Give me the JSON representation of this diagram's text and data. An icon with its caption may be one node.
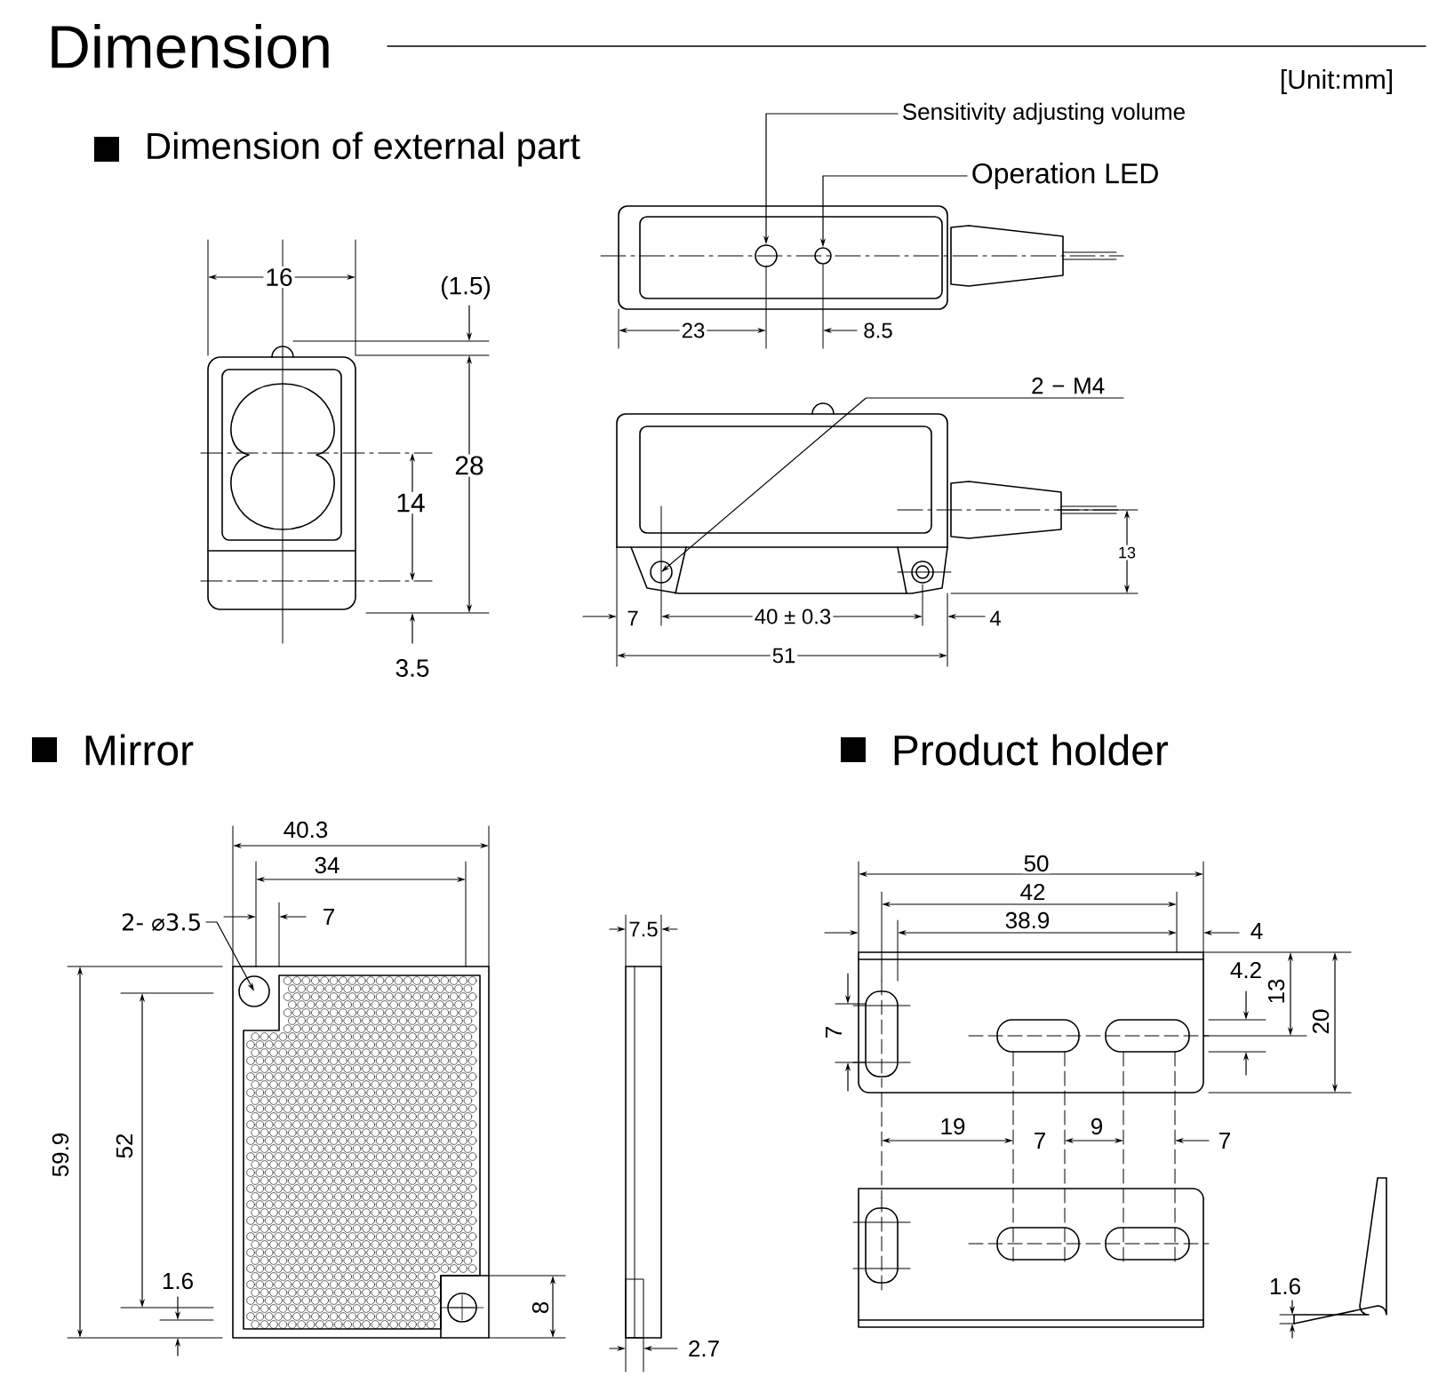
{
  "diagram": {
    "title": "Dimension",
    "nodes": [
      {
        "text": [
          "Sensitivity adjusting volume"
        ]
      },
      {
        "text": [],
        "shape": "circle"
      },
      {
        "text": [
          "Operation LED"
        ]
      },
      {
        "text": [],
        "shape": "circle"
      },
      {
        "text": [
          "2 − M4"
        ]
      },
      {
        "text": [],
        "shape": "circle"
      },
      {
        "text": [
          "2- ⌀3.5"
        ]
      },
      {
        "text": [],
        "shape": "circle"
      }
    ],
    "edges": [
      {
        "from": 0,
        "to": 1,
        "arrow": "to"
      },
      {
        "from": 2,
        "to": 3,
        "arrow": "to"
      },
      {
        "from": 4,
        "to": 5,
        "arrow": "to"
      },
      {
        "from": 6,
        "to": 7,
        "arrow": "to"
      }
    ],
    "labels": [
      "[Unit:mm]",
      "Dimension of external part",
      "16",
      "(1.5)",
      "28",
      "14",
      "3.5",
      "23",
      "8.5",
      "13",
      "7",
      "40 ± 0.3",
      "4",
      "51",
      "Mirror",
      "Product holder",
      "40.3",
      "34",
      "7",
      "59.9",
      "52",
      "1.6",
      "8",
      "7.5",
      "2.7",
      "50",
      "42",
      "38.9",
      "4",
      "4.2",
      "13",
      "20",
      "7",
      "19",
      "7",
      "9",
      "7",
      "1.6"
    ]
  }
}
